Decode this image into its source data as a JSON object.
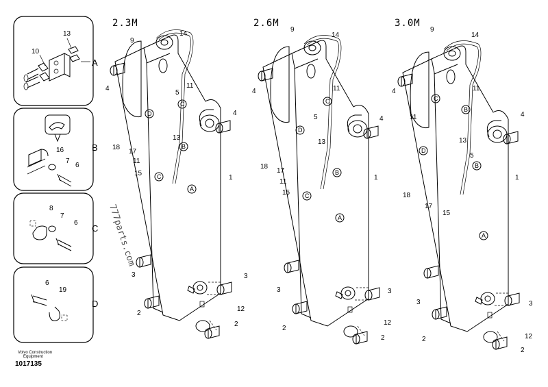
{
  "variants": [
    "2.3M",
    "2.6M",
    "3.0M"
  ],
  "side_panels": [
    {
      "letter": "A",
      "parts": [
        "13",
        "10"
      ]
    },
    {
      "letter": "B",
      "parts": [
        "16",
        "7",
        "6"
      ]
    },
    {
      "letter": "C",
      "parts": [
        "8",
        "7",
        "6"
      ]
    },
    {
      "letter": "D",
      "parts": [
        "6",
        "19"
      ]
    }
  ],
  "callouts": {
    "v1": [
      "9",
      "14",
      "4",
      "11",
      "5",
      "C",
      "D",
      "13",
      "4",
      "18",
      "17",
      "11",
      "B",
      "15",
      "A",
      "C",
      "1",
      "3",
      "3",
      "2",
      "12",
      "2"
    ],
    "v2": [
      "9",
      "14",
      "4",
      "11",
      "C",
      "5",
      "D",
      "13",
      "4",
      "18",
      "17",
      "B",
      "11",
      "15",
      "C",
      "A",
      "1",
      "3",
      "3",
      "2",
      "12",
      "2"
    ],
    "v3": [
      "9",
      "14",
      "4",
      "11",
      "C",
      "B",
      "11",
      "4",
      "13",
      "D",
      "5",
      "B",
      "18",
      "17",
      "15",
      "A",
      "1",
      "3",
      "3",
      "2",
      "12",
      "2"
    ]
  },
  "watermark": "777parts.com",
  "footer": {
    "brand_line1": "Volvo Construction",
    "brand_line2": "Equipment",
    "doc_number": "1017135"
  }
}
